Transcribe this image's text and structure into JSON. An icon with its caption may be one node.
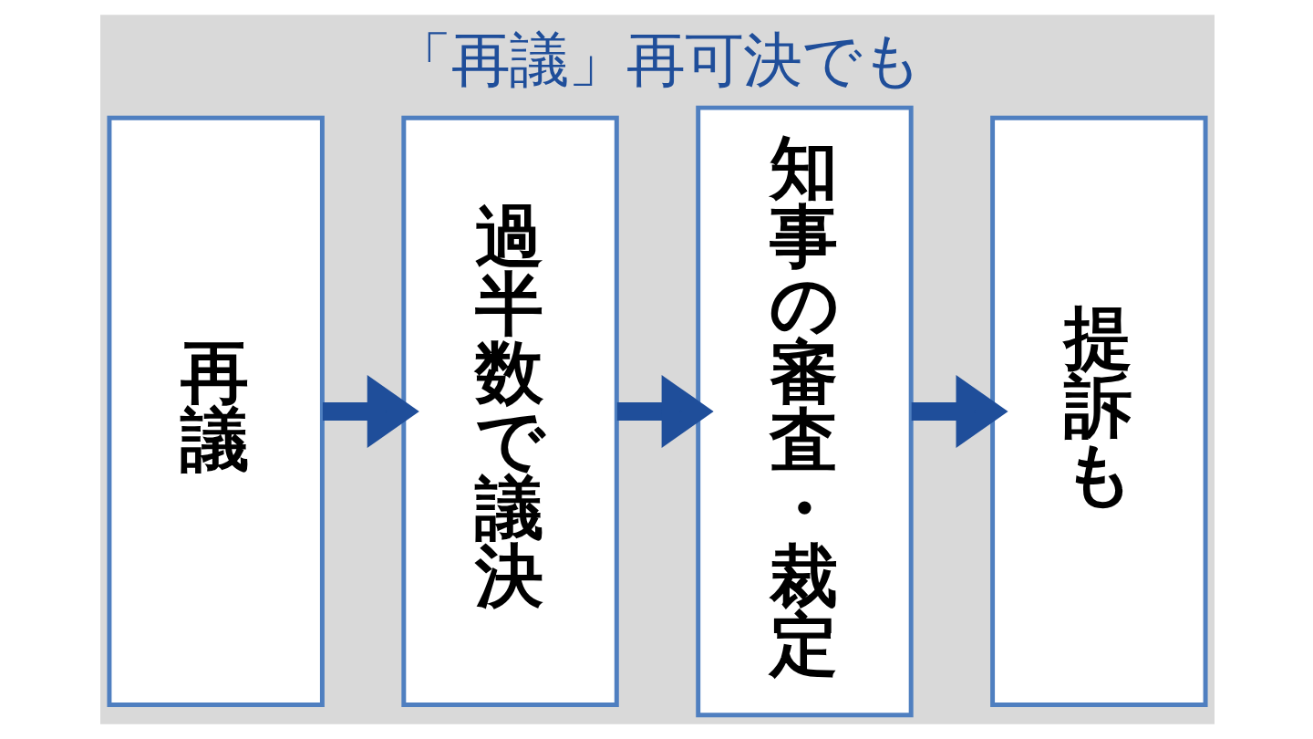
{
  "diagram": {
    "title": "「再議」再可決でも",
    "nodes": [
      {
        "text": [
          "再議"
        ]
      },
      {
        "text": [
          "過半数で議決"
        ]
      },
      {
        "text": [
          "知事の審査・裁定"
        ]
      },
      {
        "text": [
          "提訴も"
        ]
      }
    ],
    "edges": [
      {
        "from": 0,
        "to": 1,
        "arrow": "to"
      },
      {
        "from": 1,
        "to": 2,
        "arrow": "to"
      },
      {
        "from": 2,
        "to": 3,
        "arrow": "to"
      }
    ]
  }
}
